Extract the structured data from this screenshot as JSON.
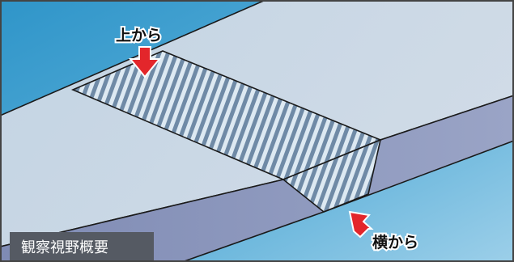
{
  "labels": {
    "top": "上から",
    "side": "横から",
    "caption": "観察視野概要"
  },
  "colors": {
    "arrow": "#e3262b",
    "outline": "#1a1a1a",
    "caption_bg": "#555a63"
  }
}
